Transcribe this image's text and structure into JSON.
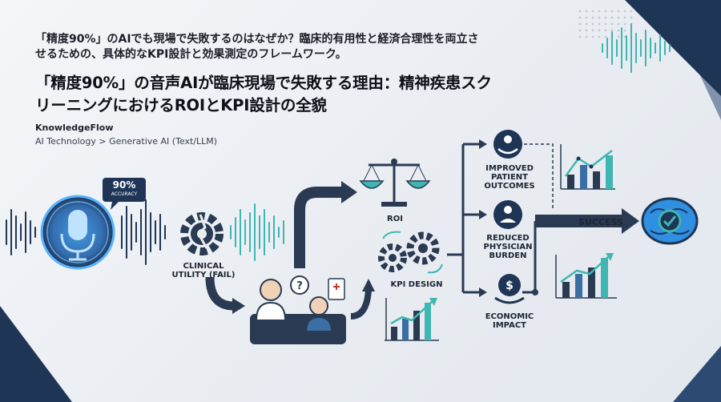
{
  "header": {
    "subtitle": "「精度90%」のAIでも現場で失敗するのはなぜか？臨床的有用性と経済合理性を両立させるための、具体的なKPI設計と効果測定のフレームワーク。",
    "title": "「精度90%」の音声AIが臨床現場で失敗する理由：精神疾患スクリーニングにおけるROIとKPI設計の全貌",
    "brand": "KnowledgeFlow",
    "breadcrumb": "AI Technology > Generative AI (Text/LLM)"
  },
  "diagram": {
    "badge_value": "90%",
    "badge_caption": "ACCURACY",
    "clinical_label": "CLINICAL UTILITY (FAIL)",
    "roi_label": "ROI",
    "kpi_label": "KPI DESIGN",
    "outcome_1": "IMPROVED PATIENT OUTCOMES",
    "outcome_2": "REDUCED PHYSICIAN BURDEN",
    "outcome_3": "ECONOMIC IMPACT",
    "success_label": "SUCCESS"
  },
  "colors": {
    "navy": "#1f3556",
    "teal": "#3fb6b2",
    "blue_glow": "#2f8fe0",
    "text": "#1c2533"
  }
}
